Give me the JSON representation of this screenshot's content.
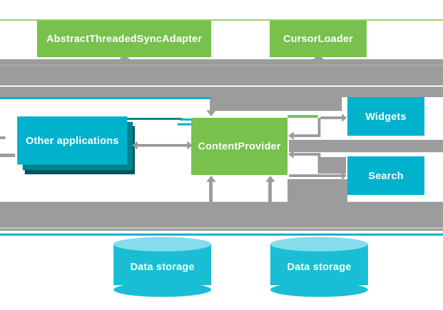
{
  "diagram": {
    "nodes": {
      "abstract_threaded_sync_adapter": {
        "label": "AbstractThreadedSyncAdapter"
      },
      "cursor_loader": {
        "label": "CursorLoader"
      },
      "content_provider": {
        "label": "ContentProvider"
      },
      "other_applications": {
        "label": "Other applications"
      },
      "widgets": {
        "label": "Widgets"
      },
      "search": {
        "label": "Search"
      },
      "data_storage_left": {
        "label": "Data storage"
      },
      "data_storage_right": {
        "label": "Data storage"
      }
    },
    "colors": {
      "green_box": "#77C14C",
      "green_divider_line": "#9CCE6F",
      "cyan_box": "#00B2CC",
      "cyan_stack_mid": "#00828F",
      "cyan_stack_back": "#00545F",
      "cylinder_body": "#19BED5",
      "cylinder_top": "#86DCEB",
      "arrow_gray": "#9C9C9C",
      "label_text": "#FFFFFF",
      "background": "#FFFFFF"
    }
  }
}
